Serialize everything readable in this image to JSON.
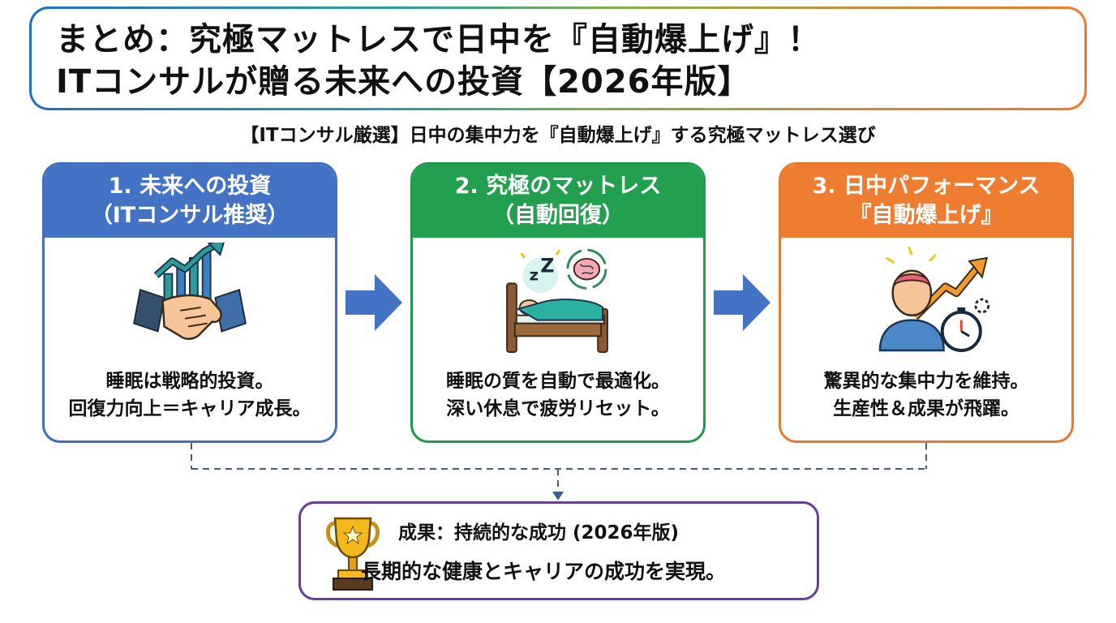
{
  "title": {
    "line1": "まとめ：究極マットレスで日中を『自動爆上げ』！",
    "line2": "ITコンサルが贈る未来への投資【2026年版】"
  },
  "subtitle": "【ITコンサル厳選】日中の集中力を『自動爆上げ』する究極マットレス選び",
  "cards": [
    {
      "heading1": "1. 未来への投資",
      "heading2": "（ITコンサル推奨）",
      "icon": "handshake-growth-icon",
      "text1": "睡眠は戦略的投資。",
      "text2": "回復力向上＝キャリア成長。",
      "color": "#4472c4"
    },
    {
      "heading1": "2. 究極のマットレス",
      "heading2": "（自動回復）",
      "icon": "sleeping-bed-brain-icon",
      "text1": "睡眠の質を自動で最適化。",
      "text2": "深い休息で疲労リセット。",
      "color": "#22a04f"
    },
    {
      "heading1": "3. 日中パフォーマンス",
      "heading2": "『自動爆上げ』",
      "icon": "focused-person-stopwatch-icon",
      "text1": "驚異的な集中力を維持。",
      "text2": "生産性＆成果が飛躍。",
      "color": "#ee7d31"
    }
  ],
  "result": {
    "title": "成果：持続的な成功 (2026年版)",
    "body": "長期的な健康とキャリアの成功を実現。",
    "icon": "trophy-icon",
    "color": "#6a3d9a"
  },
  "colors": {
    "arrow": "#4472c4",
    "connector": "#3b5f95"
  }
}
